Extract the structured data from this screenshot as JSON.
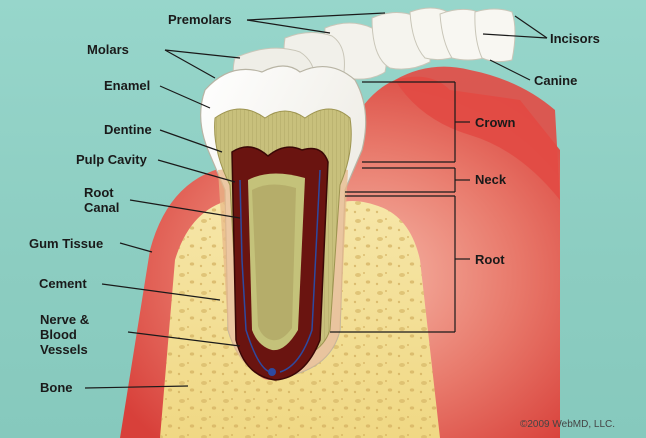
{
  "labels": {
    "premolars": "Premolars",
    "molars": "Molars",
    "incisors": "Incisors",
    "canine": "Canine",
    "enamel": "Enamel",
    "dentine": "Dentine",
    "pulp_cavity": "Pulp Cavity",
    "root_canal_1": "Root",
    "root_canal_2": "Canal",
    "gum_tissue": "Gum Tissue",
    "cement": "Cement",
    "nerve_1": "Nerve &",
    "nerve_2": "Blood",
    "nerve_3": "Vessels",
    "bone": "Bone",
    "crown": "Crown",
    "neck": "Neck",
    "root": "Root"
  },
  "copyright": "©2009 WebMD, LLC.",
  "colors": {
    "background": "#8ecfc4",
    "gum": "#e2504a",
    "bone": "#f2dc8c",
    "enamel": "#f7f5ee",
    "dentine": "#c9c07a",
    "pulp": "#7a1a14"
  }
}
